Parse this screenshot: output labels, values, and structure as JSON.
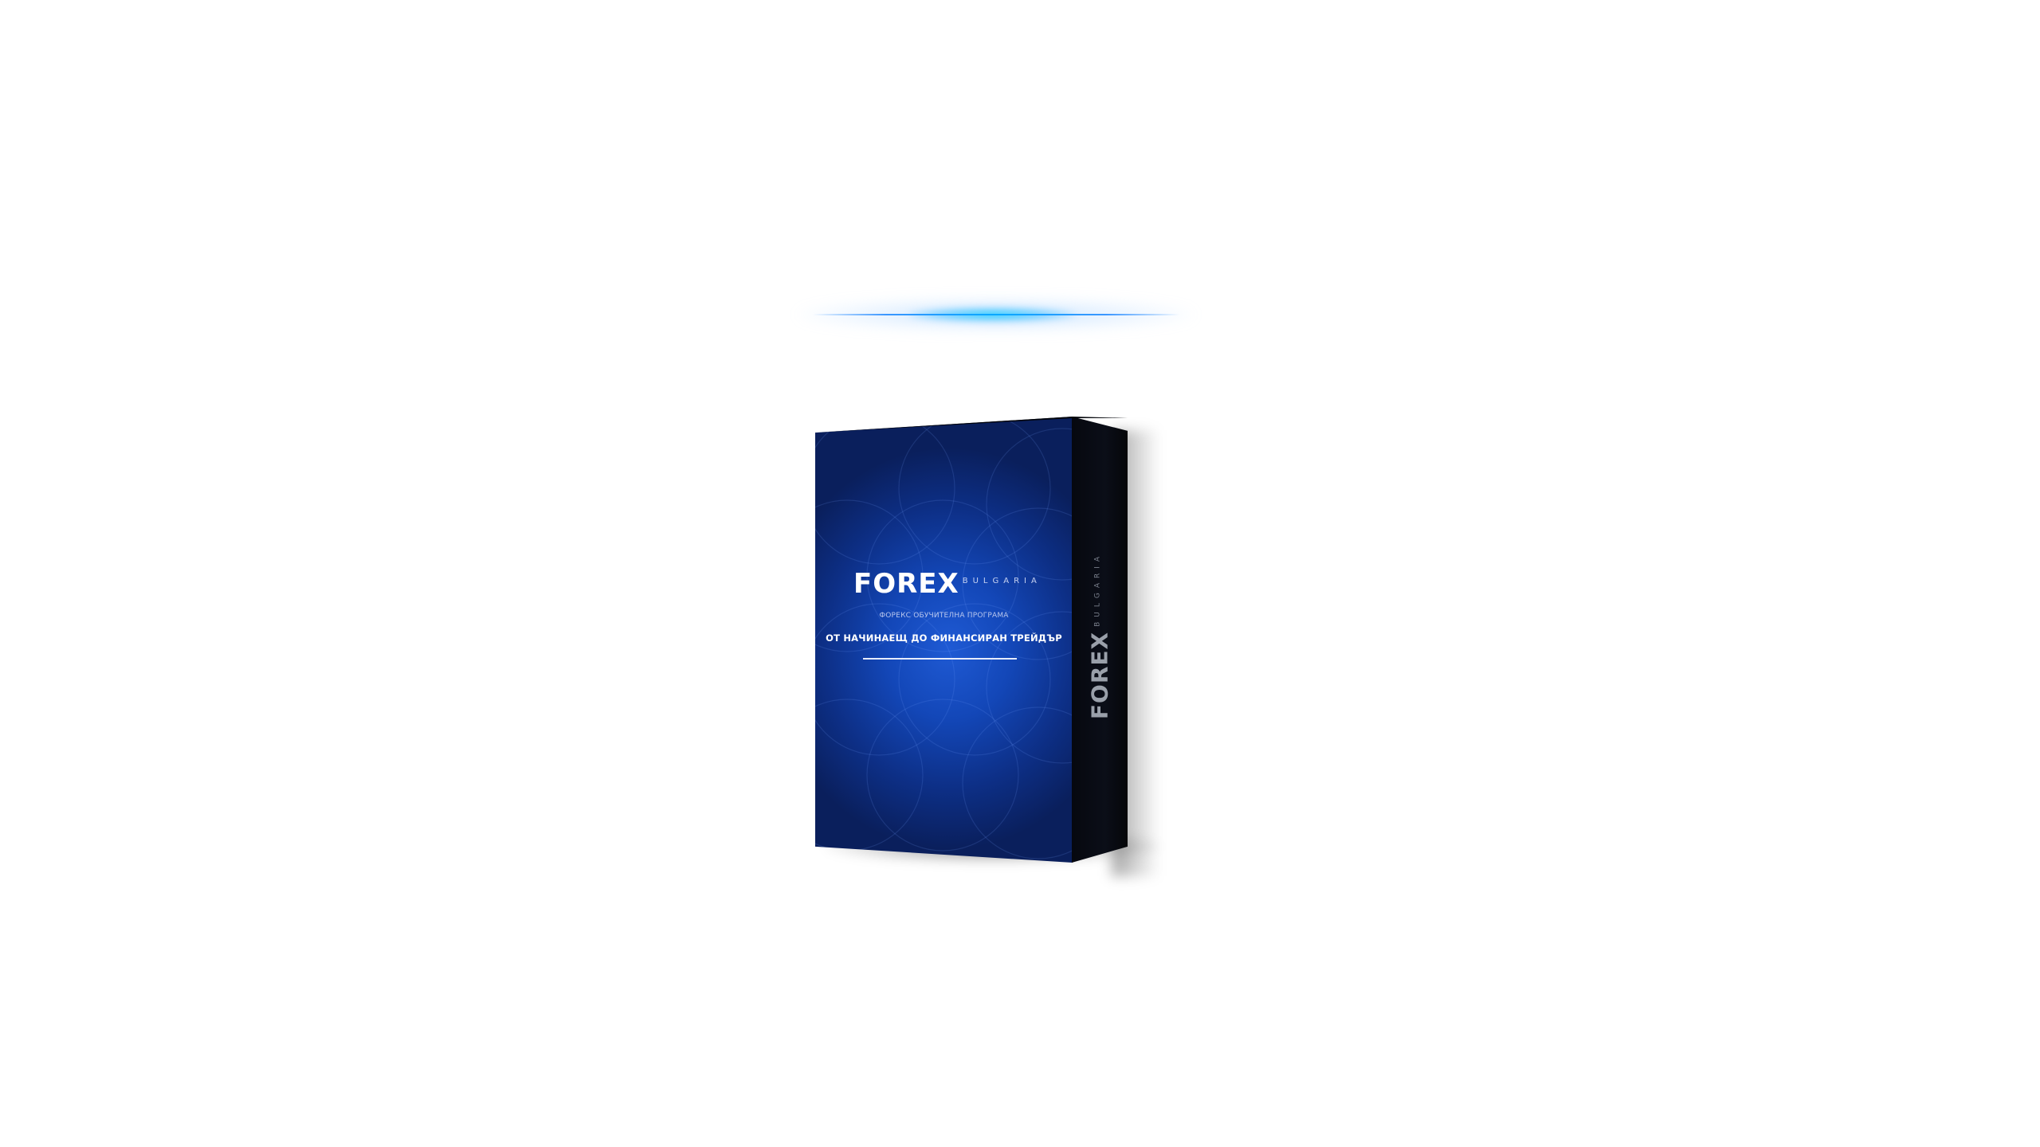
{
  "glow": {
    "colors": {
      "core": "#0aa8ff",
      "haze": "#8cc8ff"
    }
  },
  "box": {
    "front": {
      "brand_main": "FOREX",
      "brand_sub": "BULGARIA",
      "program_label": "ФОРЕКС ОБУЧИТЕЛНА ПРОГРАМА",
      "program_title": "ОТ НАЧИНАЕЩ ДО ФИНАНСИРАН ТРЕЙДЪР"
    },
    "side": {
      "brand_main": "FOREX",
      "brand_sub": "BULGARIA"
    },
    "colors": {
      "front_center": "#1f5ad4",
      "front_edge": "#0a1f5c",
      "side": "#0b0e18"
    }
  }
}
